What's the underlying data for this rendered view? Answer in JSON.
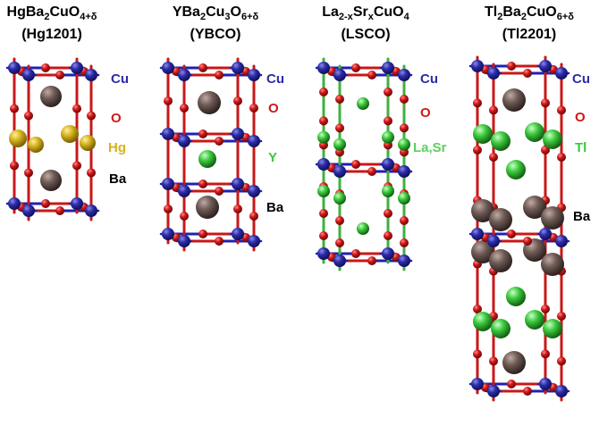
{
  "colors": {
    "cu": "#2c2ca8",
    "o": "#d01818",
    "hg": "#d4b21c",
    "ba": "#6e5a55",
    "y": "#3cc83c",
    "lasr": "#5ed05e",
    "tl": "#3cc83c",
    "bond_blue": "#2020b0",
    "bond_red": "#c81818",
    "bond_green": "#40b040"
  },
  "structures": [
    {
      "id": "hg1201",
      "formula": {
        "base": "HgBa",
        "s1": "2",
        "m1": "CuO",
        "s2": "4+δ",
        "m2": "",
        "s3": "",
        "sup": ""
      },
      "abbr": "(Hg1201)",
      "labels": [
        {
          "text": "Cu",
          "element": "cu"
        },
        {
          "text": "O",
          "element": "o"
        },
        {
          "text": "Hg",
          "element": "hg"
        },
        {
          "text": "Ba",
          "element": "black"
        }
      ]
    },
    {
      "id": "ybco",
      "formula": {
        "base": "YBa",
        "s1": "2",
        "m1": "Cu",
        "s2": "3",
        "m2": "O",
        "s3": "6+δ",
        "sup": ""
      },
      "abbr": "(YBCO)",
      "labels": [
        {
          "text": "Cu",
          "element": "cu"
        },
        {
          "text": "O",
          "element": "o"
        },
        {
          "text": "Y",
          "element": "y"
        },
        {
          "text": "Ba",
          "element": "black"
        }
      ]
    },
    {
      "id": "lsco",
      "formula": {
        "base": "La",
        "s1": "2-x",
        "m1": "Sr",
        "s2": "x",
        "m2": "CuO",
        "s3": "4",
        "sup": ""
      },
      "abbr": "(LSCO)",
      "labels": [
        {
          "text": "Cu",
          "element": "cu"
        },
        {
          "text": "O",
          "element": "o"
        },
        {
          "text": "La,Sr",
          "element": "lasr"
        }
      ]
    },
    {
      "id": "tl2201",
      "formula": {
        "base": "Tl",
        "s1": "2",
        "m1": "Ba",
        "s2": "2",
        "m2": "CuO",
        "s3": "6+δ",
        "sup": ""
      },
      "abbr": "(Tl2201)",
      "labels": [
        {
          "text": "Cu",
          "element": "cu"
        },
        {
          "text": "O",
          "element": "o"
        },
        {
          "text": "Tl",
          "element": "tl"
        },
        {
          "text": "Ba",
          "element": "black"
        }
      ]
    }
  ]
}
